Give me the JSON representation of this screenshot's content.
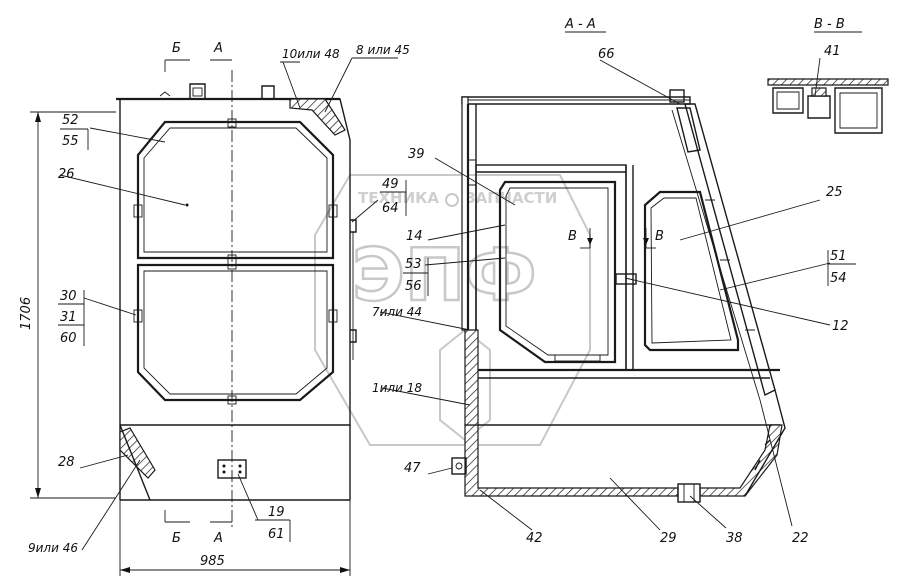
{
  "sections": {
    "aa": "А - А",
    "bb": "В - В"
  },
  "section_marks": {
    "b": "Б",
    "a": "А",
    "v": "В"
  },
  "dimensions": {
    "height": "1706",
    "width": "985"
  },
  "watermark": {
    "text_left": "ТЕХНИКА",
    "text_right": "ЗАПЧАСТИ",
    "logo": "ЭПФ"
  },
  "callouts": {
    "p10or48": "10или 48",
    "p8or45": "8 или 45",
    "p52": "52",
    "p55": "55",
    "p26": "26",
    "p30": "30",
    "p31": "31",
    "p60": "60",
    "p28": "28",
    "p9or46": "9или 46",
    "p19": "19",
    "p61": "61",
    "p49": "49",
    "p64": "64",
    "p14": "14",
    "p53": "53",
    "p56": "56",
    "p7or44": "7или 44",
    "p1or18": "1или 18",
    "p47": "47",
    "p42": "42",
    "p39": "39",
    "p66": "66",
    "p25": "25",
    "p51": "51",
    "p54": "54",
    "p12": "12",
    "p29": "29",
    "p38": "38",
    "p22": "22",
    "p41": "41"
  }
}
